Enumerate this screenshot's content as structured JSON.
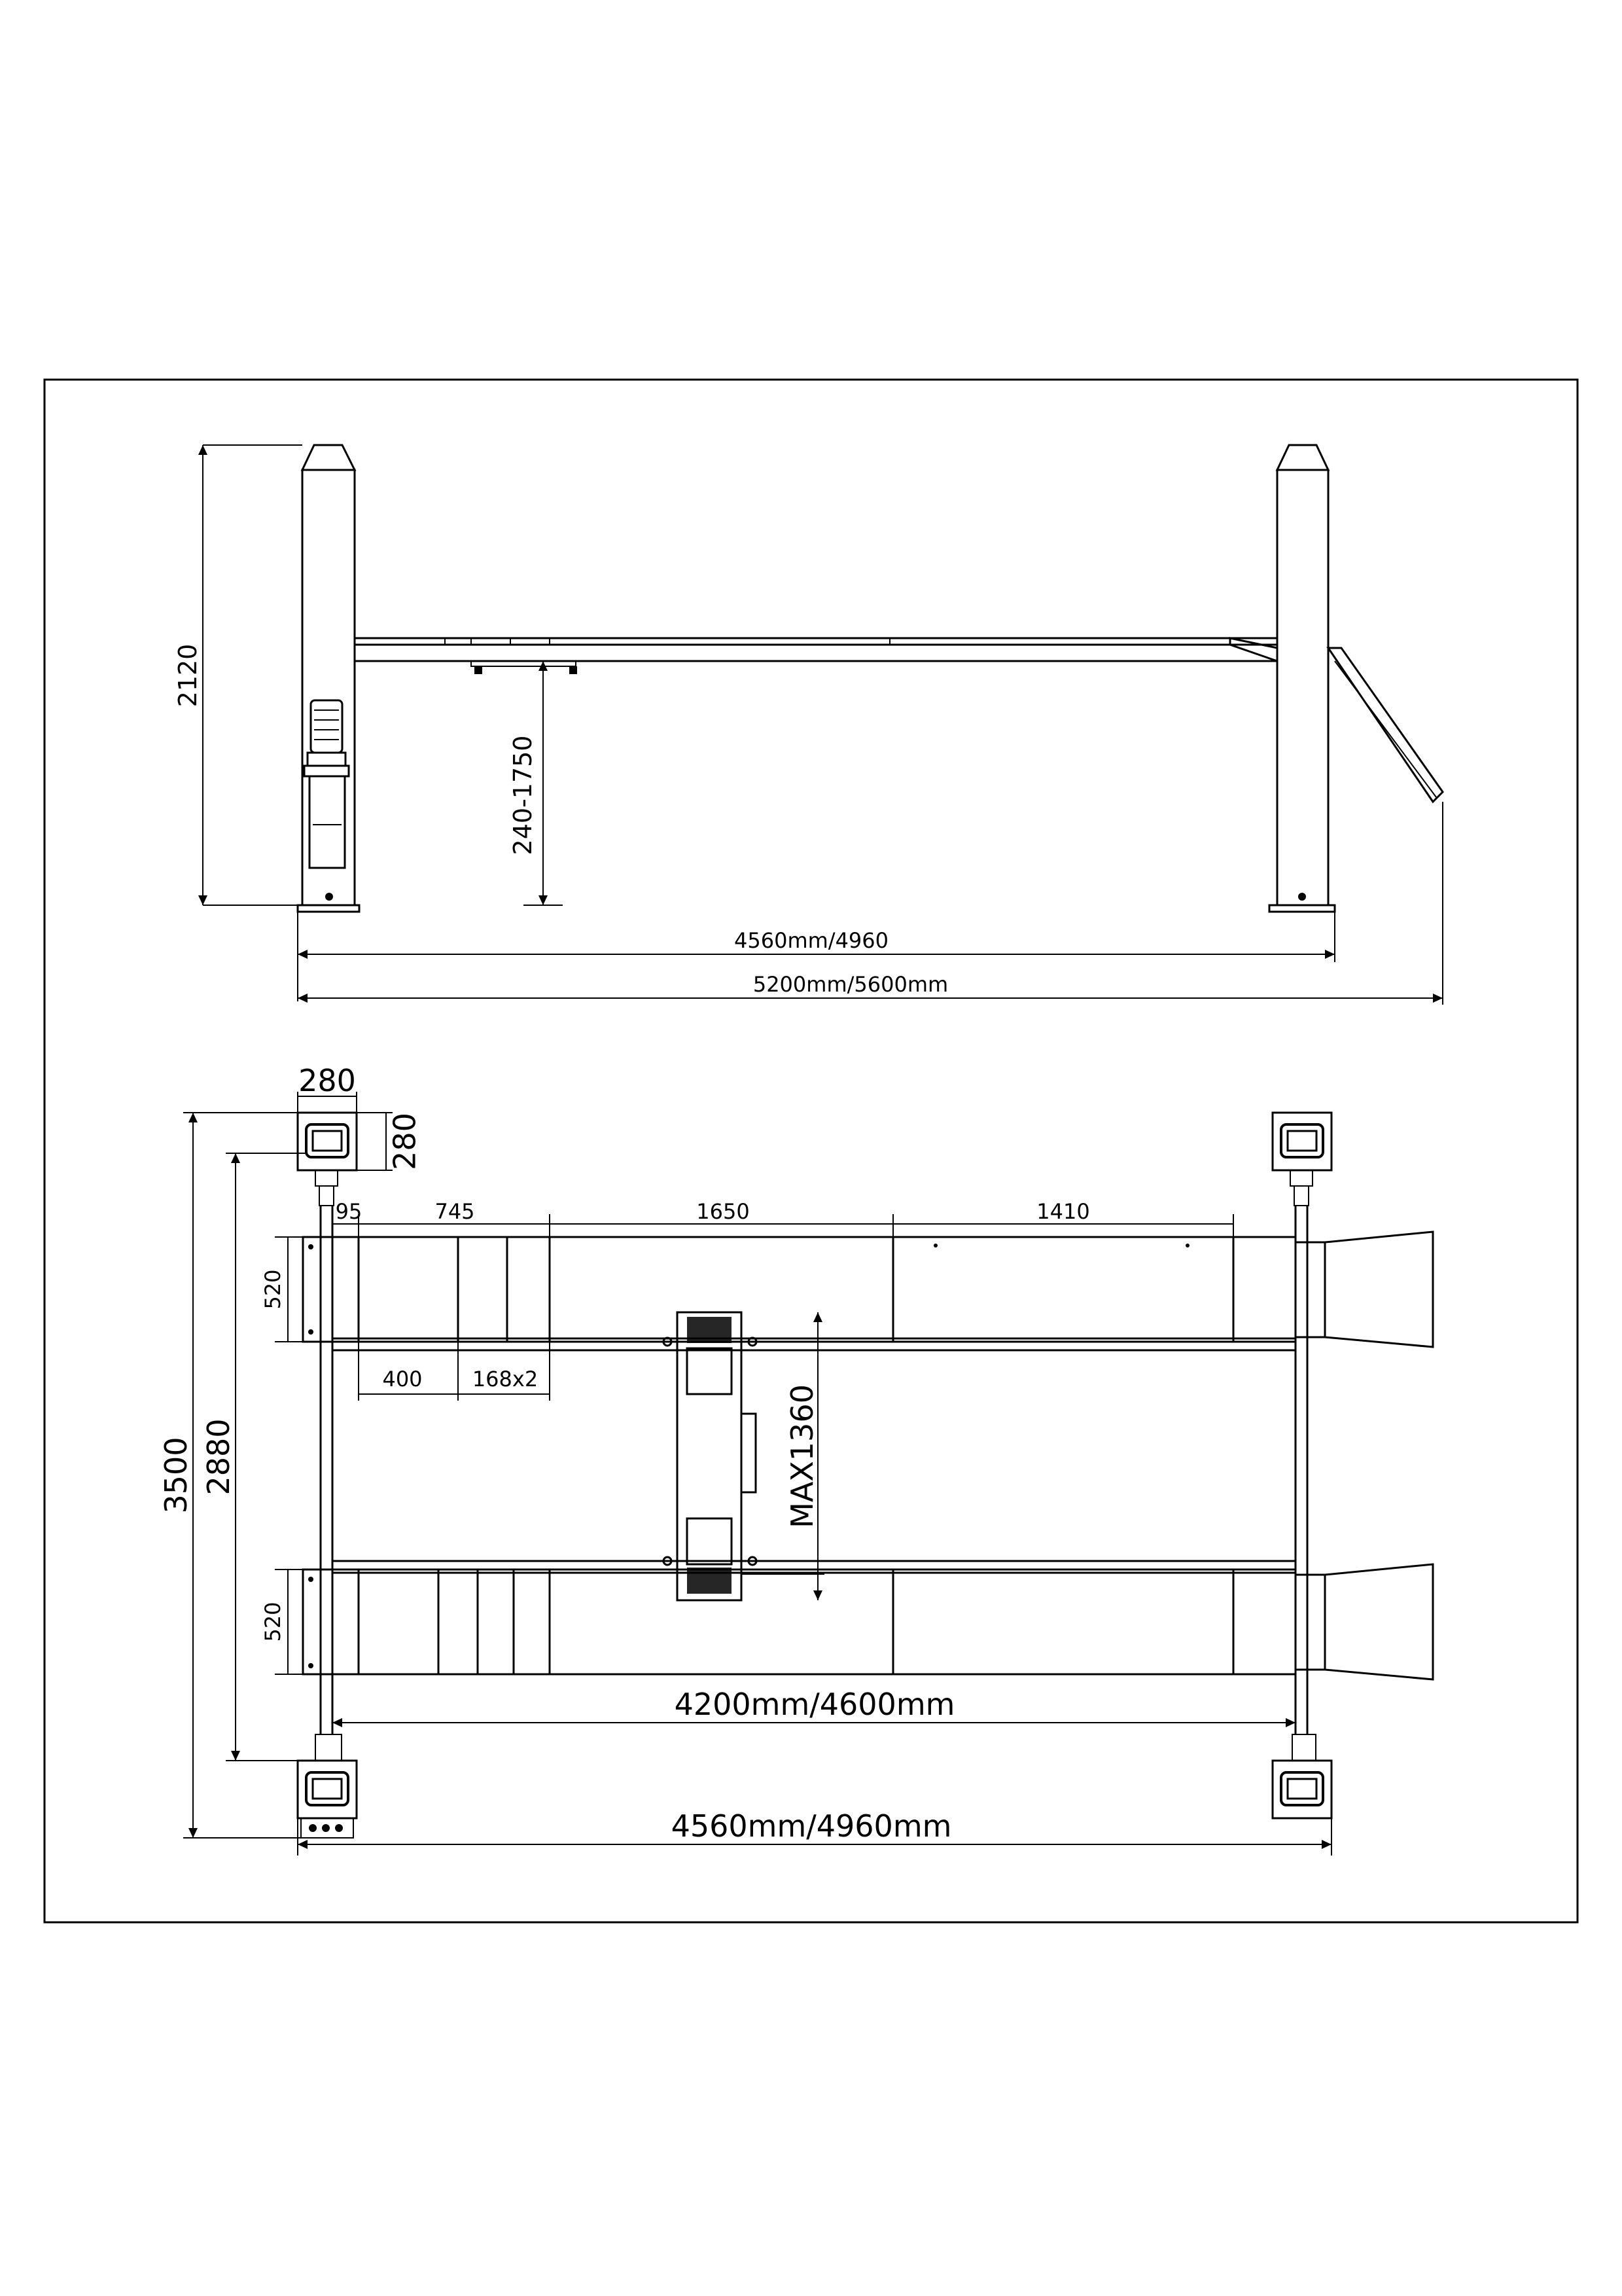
{
  "side_view": {
    "height_total": "2120",
    "lift_range": "240-1750",
    "column_distance": "4560mm/4960",
    "overall_length": "5200mm/5600mm"
  },
  "top_view": {
    "post_width": "280",
    "post_depth": "280",
    "dim_95": "95",
    "dim_745": "745",
    "dim_1650": "1650",
    "dim_1410": "1410",
    "runway_width_top": "520",
    "runway_width_bottom": "520",
    "dim_400": "400",
    "dim_168x2": "168x2",
    "max_jack": "MAX1360",
    "overall_depth": "3500",
    "inner_depth": "2880",
    "runway_length": "4200mm/4600mm",
    "overall_width": "4560mm/4960mm"
  }
}
